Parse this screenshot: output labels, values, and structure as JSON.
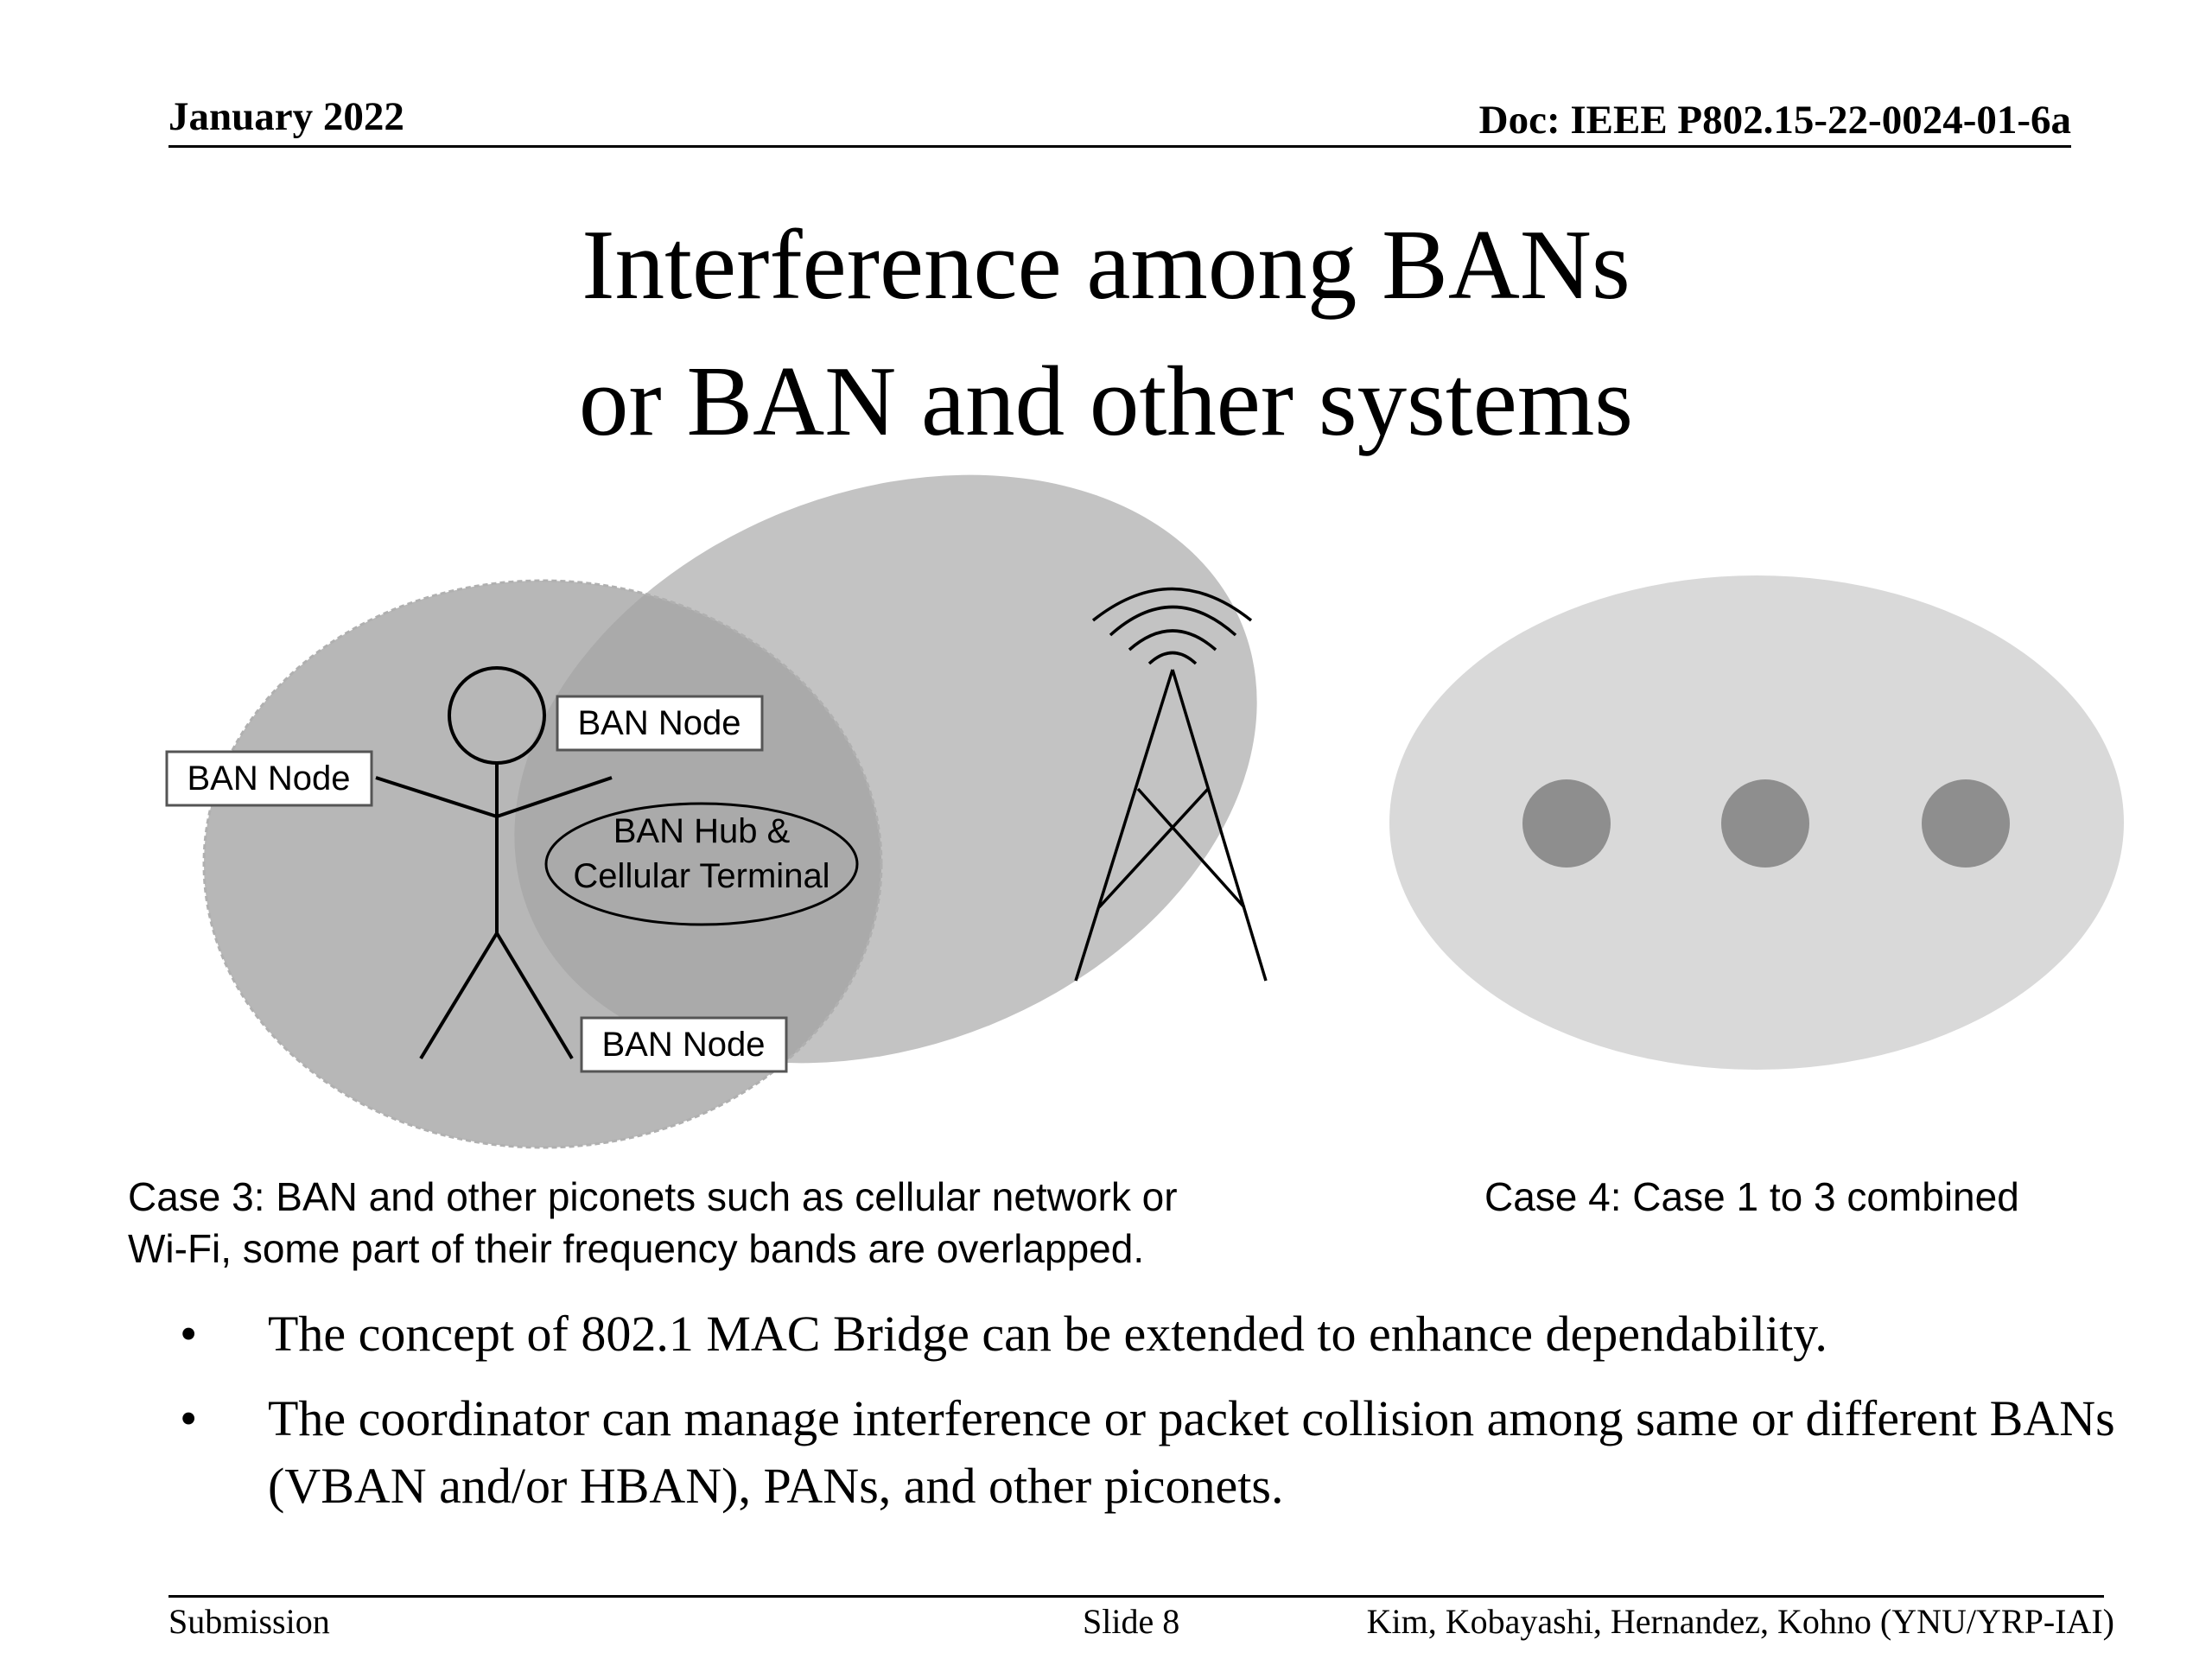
{
  "header": {
    "date": "January 2022",
    "doc": "Doc: IEEE P802.15-22-0024-01-6a"
  },
  "title": {
    "line1": "Interference among BANs",
    "line2": "or BAN and other systems"
  },
  "diagram": {
    "labels": {
      "node_left": "BAN Node",
      "node_top": "BAN Node",
      "node_bottom": "BAN Node",
      "hub_line1": "BAN Hub &",
      "hub_line2": "Cellular Terminal"
    },
    "colors": {
      "ban_area": "#a3a3a3",
      "cell_area": "#c3c3c3",
      "combined_area": "#d9d9d9",
      "dots": "#8e8e8e"
    }
  },
  "captions": {
    "case3_line1": "Case 3: BAN and other piconets such as cellular network or",
    "case3_line2": "Wi-Fi, some part of their frequency bands are overlapped.",
    "case4": "Case 4: Case 1 to 3 combined"
  },
  "bullets": [
    {
      "symbol": "•",
      "text": "The concept of 802.1 MAC Bridge can be extended to enhance dependability."
    },
    {
      "symbol": "•",
      "text": "The coordinator can manage interference or packet collision among same or different BANs (VBAN and/or HBAN), PANs, and other piconets."
    }
  ],
  "footer": {
    "left": "Submission",
    "center": "Slide 8",
    "right": "Kim, Kobayashi, Hernandez, Kohno (YNU/YRP-IAI)"
  }
}
